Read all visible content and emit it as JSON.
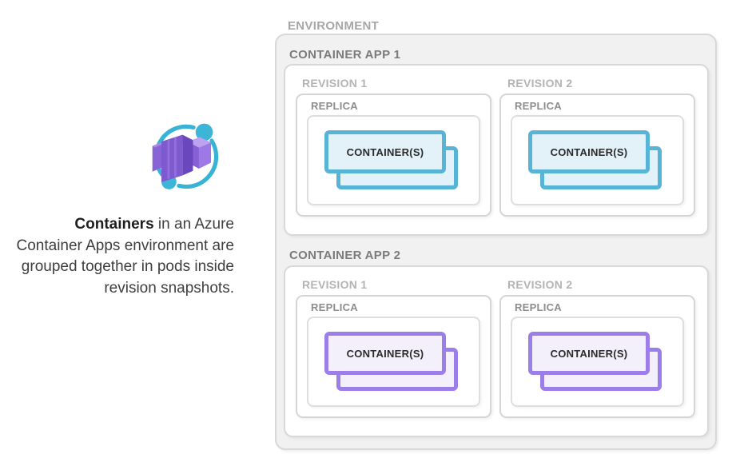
{
  "colors": {
    "teal_border": "#58B4D6",
    "teal_fill": "#E3F2F9",
    "purple_border": "#9C7EE8",
    "purple_fill": "#F3EFFB",
    "icon_ring_teal": "#38B3D5",
    "icon_cube_purple": "#8660D4"
  },
  "intro": {
    "caption_bold": "Containers",
    "caption_rest": " in an Azure Container Apps environment are grouped together in pods inside revision snapshots."
  },
  "environment": {
    "label": "ENVIRONMENT",
    "apps": [
      {
        "label": "CONTAINER APP 1",
        "accent": "teal",
        "revisions": [
          {
            "label": "REVISION 1",
            "replica": {
              "label": "REPLICA",
              "container_label": "CONTAINER(S)"
            }
          },
          {
            "label": "REVISION 2",
            "replica": {
              "label": "REPLICA",
              "container_label": "CONTAINER(S)"
            }
          }
        ]
      },
      {
        "label": "CONTAINER APP 2",
        "accent": "purple",
        "revisions": [
          {
            "label": "REVISION 1",
            "replica": {
              "label": "REPLICA",
              "container_label": "CONTAINER(S)"
            }
          },
          {
            "label": "REVISION 2",
            "replica": {
              "label": "REPLICA",
              "container_label": "CONTAINER(S)"
            }
          }
        ]
      }
    ]
  }
}
